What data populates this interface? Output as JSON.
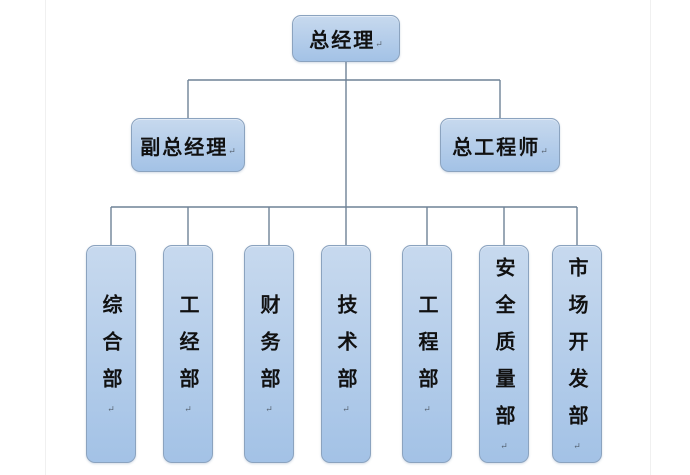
{
  "diagram": {
    "type": "org-chart",
    "root": {
      "label": "总经理"
    },
    "level2": [
      {
        "label": "副总经理"
      },
      {
        "label": "总工程师"
      }
    ],
    "departments": [
      {
        "label": "综合部"
      },
      {
        "label": "工经部"
      },
      {
        "label": "财务部"
      },
      {
        "label": "技术部"
      },
      {
        "label": "工程部"
      },
      {
        "label": "安全质量部"
      },
      {
        "label": "市场开发部"
      }
    ],
    "edges": [
      {
        "from": "总经理",
        "to": "副总经理"
      },
      {
        "from": "总经理",
        "to": "总工程师"
      },
      {
        "from": "总经理",
        "to": "综合部"
      },
      {
        "from": "总经理",
        "to": "工经部"
      },
      {
        "from": "总经理",
        "to": "财务部"
      },
      {
        "from": "总经理",
        "to": "技术部"
      },
      {
        "from": "总经理",
        "to": "工程部"
      },
      {
        "from": "总经理",
        "to": "安全质量部"
      },
      {
        "from": "总经理",
        "to": "市场开发部"
      }
    ],
    "paragraph_mark": "↵",
    "colors": {
      "box_fill_top": "#c7d9ee",
      "box_fill_bottom": "#a3c2e6",
      "box_border": "#8ba3bf",
      "connector": "#6f8296",
      "page_guide_line": "#f0f0f0",
      "text": "#111111"
    }
  }
}
